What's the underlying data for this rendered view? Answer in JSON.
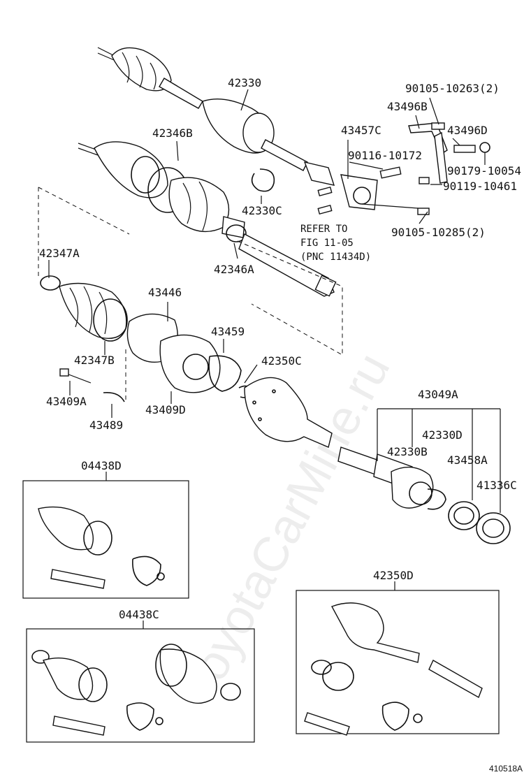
{
  "watermark": "ToyotaCarMine.ru",
  "figure_id": "410518A",
  "note": {
    "line1": "REFER TO",
    "line2": "FIG 11-05",
    "line3": "(PNC 11434D)"
  },
  "labels": {
    "p42330": "42330",
    "p90105_10263": "90105-10263(2)",
    "p43496B": "43496B",
    "p43496D": "43496D",
    "p43457C": "43457C",
    "p42346B": "42346B",
    "p90116_10172": "90116-10172",
    "p90179_10054": "90179-10054",
    "p90119_10461": "90119-10461",
    "p42330C": "42330C",
    "p90105_10285": "90105-10285(2)",
    "p42347A": "42347A",
    "p42346A": "42346A",
    "p43446": "43446",
    "p43459": "43459",
    "p42347B": "42347B",
    "p42350C": "42350C",
    "p43409A": "43409A",
    "p43409D": "43409D",
    "p43489": "43489",
    "p43049A": "43049A",
    "p42330D": "42330D",
    "p42330B": "42330B",
    "p43458A": "43458A",
    "p41336C": "41336C",
    "p04438D": "04438D",
    "p42350D": "42350D",
    "p04438C": "04438C"
  }
}
